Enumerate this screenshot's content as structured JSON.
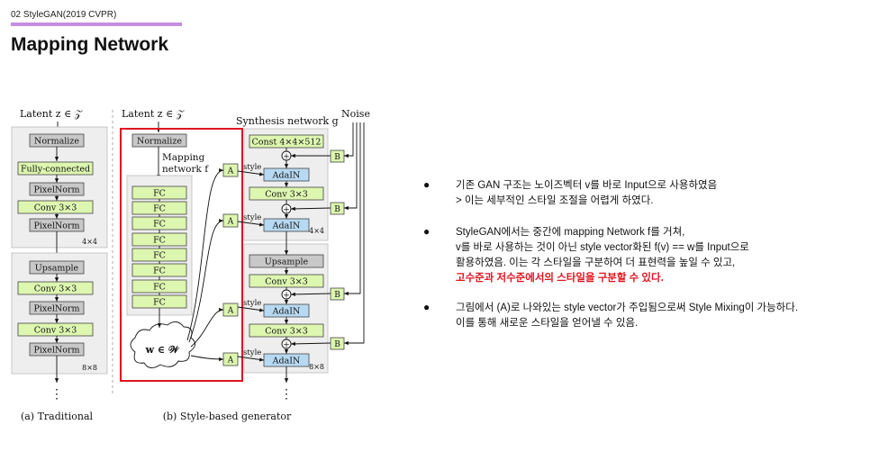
{
  "header": {
    "tag": "02 StyleGAN(2019 CVPR)",
    "title": "Mapping Network"
  },
  "diagram": {
    "trad": {
      "latent": "Latent  z ∈ 𝒵",
      "normalize": "Normalize",
      "fc": "Fully-connected",
      "pixelnorm": "PixelNorm",
      "conv": "Conv 3×3",
      "upsample": "Upsample",
      "res1": "4×4",
      "res2": "8×8",
      "dots": "⋮",
      "caption": "(a) Traditional"
    },
    "style": {
      "latent": "Latent  z ∈ 𝒵",
      "normalize": "Normalize",
      "mapping1": "Mapping",
      "mapping2": "network  f",
      "fc": "FC",
      "w": "w ∈ 𝒲",
      "a": "A",
      "b": "B",
      "synthesis": "Synthesis network  g",
      "noise": "Noise",
      "const": "Const 4×4×512",
      "adain": "AdaIN",
      "conv": "Conv 3×3",
      "upsample": "Upsample",
      "style_label": "style",
      "res1": "4×4",
      "res2": "8×8",
      "dots": "⋮",
      "caption": "(b) Style-based generator"
    },
    "colors": {
      "gray_box": "#c8c8c8",
      "green_box": "#ddf6b0",
      "blue_box": "#b7d9f2",
      "panel": "#eeeeee",
      "red_frame": "#e0141e"
    }
  },
  "bullets": [
    {
      "lines": [
        "기존 GAN 구조는 노이즈벡터 v를 바로 Input으로 사용하였음",
        "> 이는 세부적인 스타일 조절을 어렵게 하였다."
      ]
    },
    {
      "lines": [
        "StyleGAN에서는 중간에 mapping Network f를 거쳐,",
        "v를 바로 사용하는 것이 아닌 style vector화된 f(v) == w를 Input으로",
        "활용하였음. 이는 각 스타일을 구분하여 더 표현력을 높일 수 있고,"
      ],
      "highlight": "고수준과 저수준에서의 스타일을 구분할 수 있다."
    },
    {
      "lines": [
        "그림에서 (A)로 나와있는 style vector가 주입됨으로써 Style Mixing이 가능하다.",
        "이를 통해 새로운 스타일을 얻어낼 수 있음."
      ]
    }
  ]
}
